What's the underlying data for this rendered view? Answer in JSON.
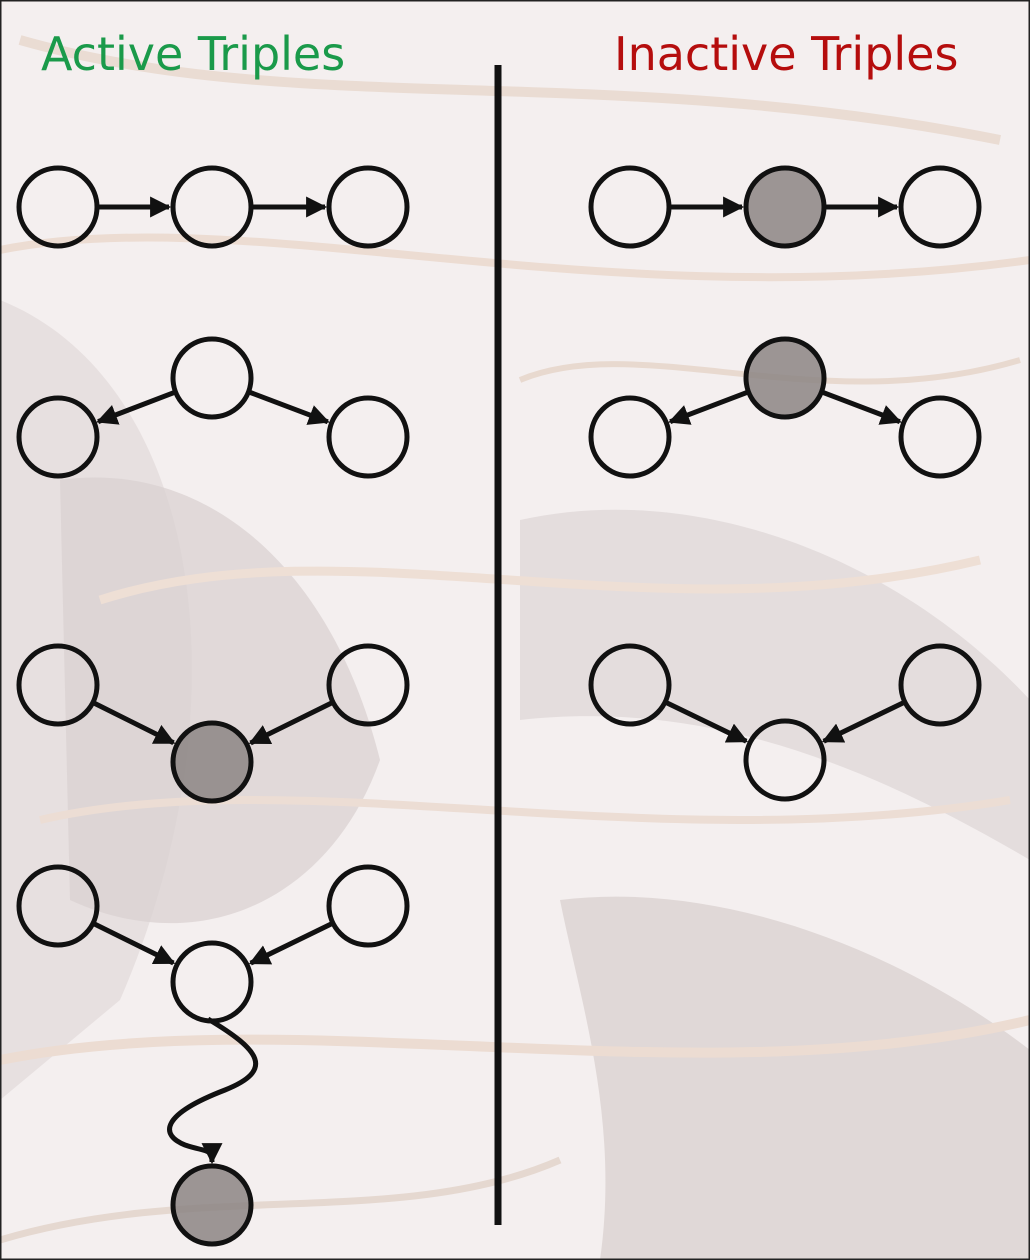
{
  "headings": {
    "active": "Active Triples",
    "inactive": "Inactive Triples"
  },
  "colors": {
    "active_heading": "#1a9a4a",
    "inactive_heading": "#b50d0d",
    "node_stroke": "#111111",
    "node_unobserved_fill": "none",
    "node_observed_fill": "#8c8584",
    "divider": "#111111"
  },
  "diagram": {
    "node_states": [
      "unobserved",
      "observed"
    ],
    "active_triples": [
      {
        "structure": "chain",
        "nodes": [
          "unobserved",
          "unobserved",
          "unobserved"
        ]
      },
      {
        "structure": "common-cause",
        "nodes": [
          "unobserved",
          "unobserved",
          "unobserved"
        ]
      },
      {
        "structure": "common-effect",
        "nodes": [
          "unobserved",
          "unobserved",
          "observed"
        ]
      },
      {
        "structure": "common-effect-with-observed-descendant",
        "nodes": [
          "unobserved",
          "unobserved",
          "unobserved",
          "observed"
        ]
      }
    ],
    "inactive_triples": [
      {
        "structure": "chain",
        "nodes": [
          "unobserved",
          "observed",
          "unobserved"
        ]
      },
      {
        "structure": "common-cause",
        "nodes": [
          "unobserved",
          "observed",
          "unobserved"
        ]
      },
      {
        "structure": "common-effect",
        "nodes": [
          "unobserved",
          "unobserved",
          "unobserved"
        ]
      }
    ]
  }
}
